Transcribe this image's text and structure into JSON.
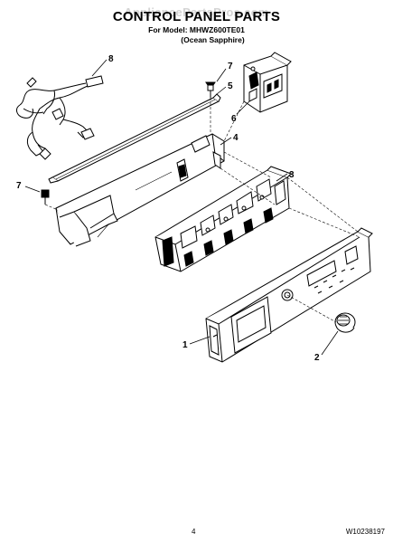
{
  "header": {
    "watermark": "AppliancePartsPros.com",
    "title": "CONTROL PANEL PARTS",
    "model": "For Model: MHWZ600TE01",
    "color": "(Ocean Sapphire)"
  },
  "callouts": [
    "1",
    "2",
    "3",
    "4",
    "5",
    "6",
    "7",
    "7",
    "8"
  ],
  "footer": {
    "page_number": "4",
    "document_number": "W10238197"
  }
}
